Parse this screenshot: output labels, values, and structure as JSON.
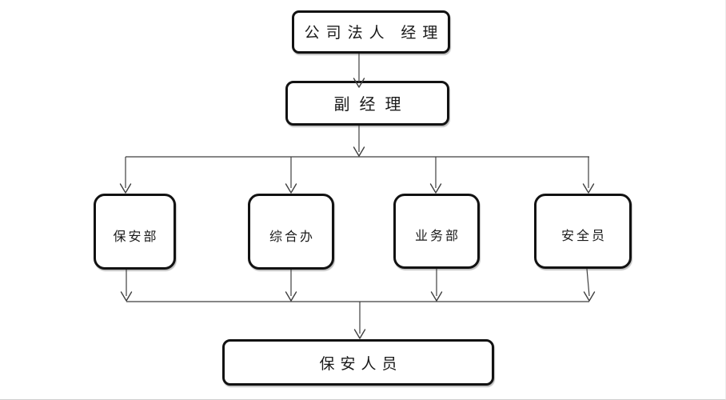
{
  "diagram": {
    "type": "org-chart",
    "nodes": {
      "root": {
        "label": "公司法人 经理"
      },
      "deputy": {
        "label": "副经理"
      },
      "departments": [
        {
          "label": "保安部"
        },
        {
          "label": "综合办"
        },
        {
          "label": "业务部"
        },
        {
          "label": "安全员"
        }
      ],
      "staff": {
        "label": "保安人员"
      }
    },
    "edges": [
      {
        "from": "公司法人 经理",
        "to": "副经理"
      },
      {
        "from": "副经理",
        "to": "保安部"
      },
      {
        "from": "副经理",
        "to": "综合办"
      },
      {
        "from": "副经理",
        "to": "业务部"
      },
      {
        "from": "副经理",
        "to": "安全员"
      },
      {
        "from": "保安部",
        "to": "保安人员"
      },
      {
        "from": "综合办",
        "to": "保安人员"
      },
      {
        "from": "业务部",
        "to": "保安人员"
      },
      {
        "from": "安全员",
        "to": "保安人员"
      }
    ],
    "colors": {
      "background": "#ffffff",
      "box_border": "#121212",
      "connector": "#3f3f3f",
      "text": "#1a1a1a"
    }
  }
}
